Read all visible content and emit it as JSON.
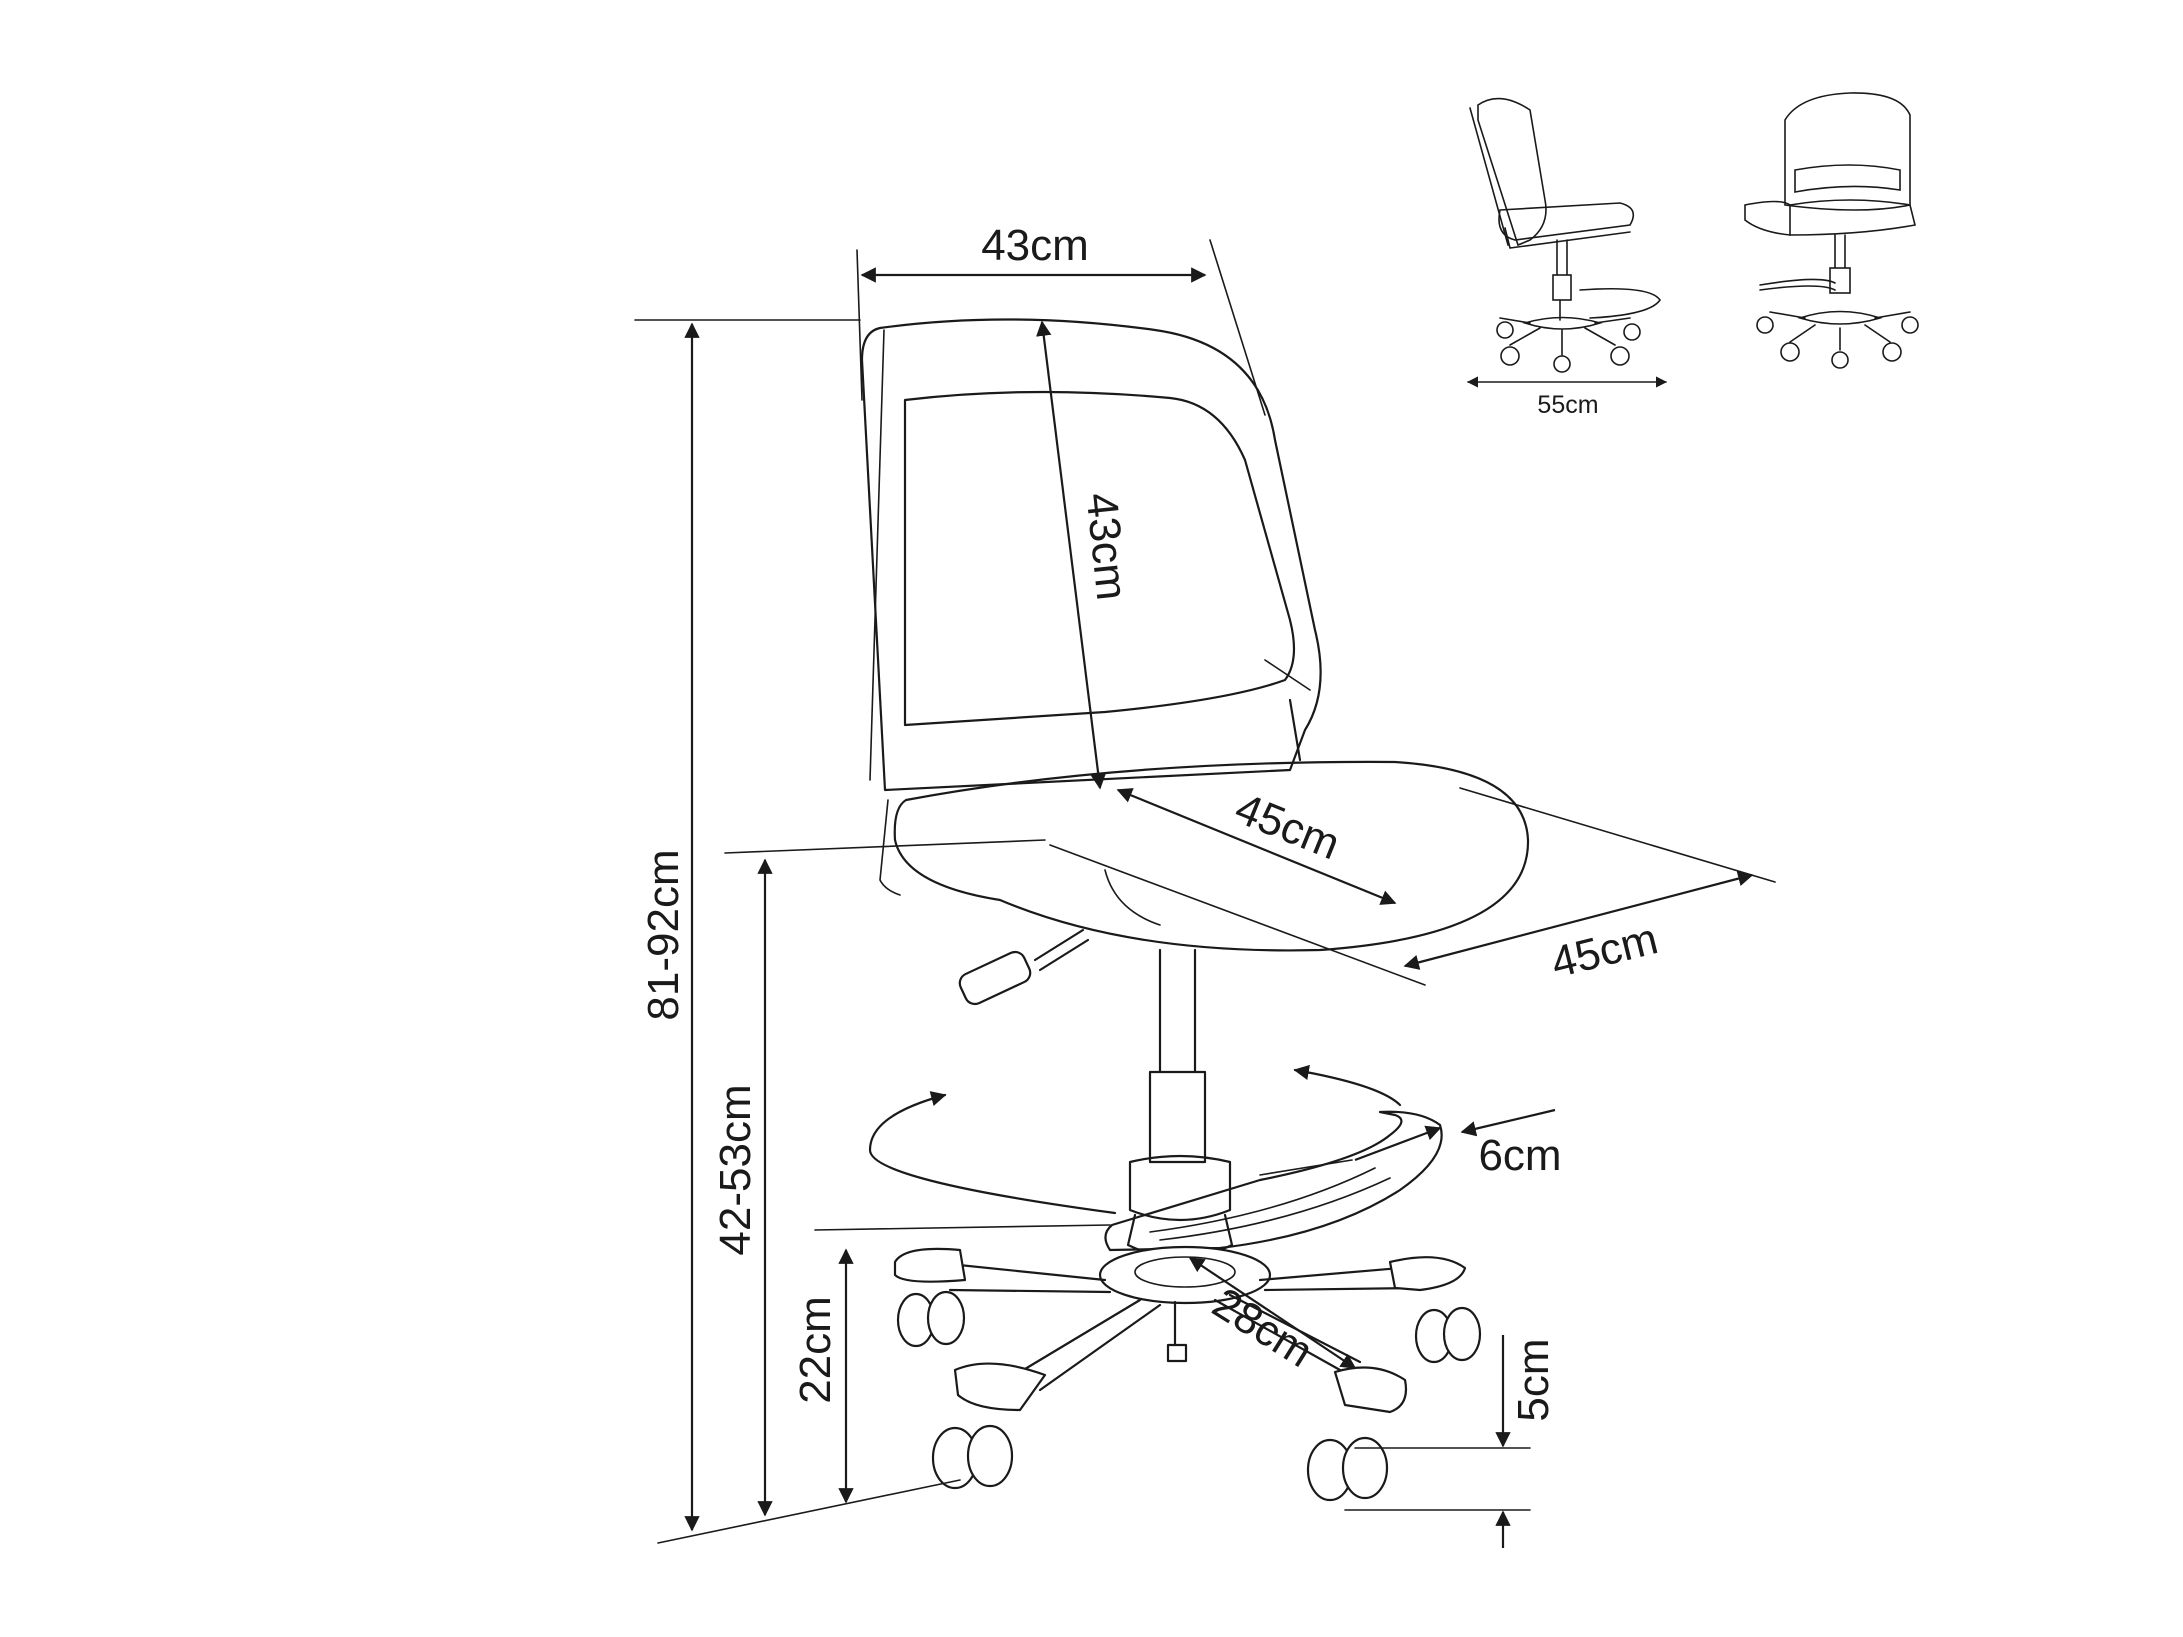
{
  "dimensions": {
    "backrest_width": "43cm",
    "backrest_height": "43cm",
    "seat_depth": "45cm",
    "seat_width": "45cm",
    "total_height": "81-92cm",
    "seat_height": "42-53cm",
    "footrest_height": "22cm",
    "footrest_width": "6cm",
    "base_radius": "28cm",
    "wheel_height": "5cm",
    "base_diameter": "55cm"
  },
  "colors": {
    "line": "#1a1a1a",
    "background": "#ffffff"
  }
}
